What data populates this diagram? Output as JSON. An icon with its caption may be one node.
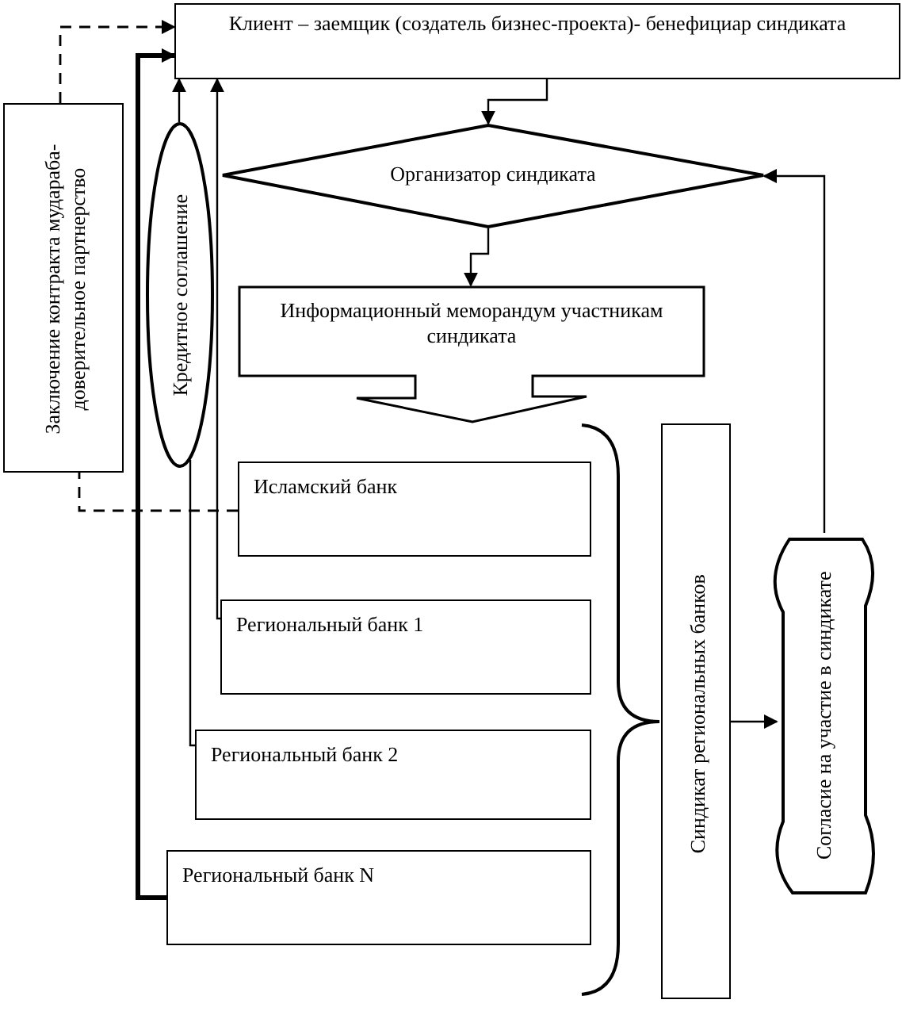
{
  "diagram": {
    "nodes": [
      {
        "text": [
          "Клиент – заемщик (создатель бизнес-проекта)- бенефициар синдиката"
        ]
      },
      {
        "text": [
          "Организатор синдиката"
        ]
      },
      {
        "text": [
          "Информационный меморандум участникам синдиката"
        ]
      },
      {
        "text": [
          "Заключение контракта мудараба-доверительное партнерство"
        ]
      },
      {
        "text": [
          "Кредитное  соглашение"
        ]
      },
      {
        "text": [
          "Исламский банк"
        ]
      },
      {
        "text": [
          "Региональный банк 1"
        ]
      },
      {
        "text": [
          "Региональный банк 2"
        ]
      },
      {
        "text": [
          "Региональный банк N"
        ]
      },
      {
        "text": [
          "Синдикат региональных банков"
        ]
      },
      {
        "text": [
          "Согласие на участие в синдикате"
        ]
      }
    ],
    "edges": [
      {
        "from": 0,
        "to": 1,
        "arrow": "to"
      },
      {
        "from": 1,
        "to": 2,
        "arrow": "to"
      },
      {
        "from": 3,
        "to": 0,
        "arrow": "to",
        "style": "dashed"
      },
      {
        "from": 5,
        "to": 3,
        "arrow": "none",
        "style": "dashed"
      },
      {
        "from": 8,
        "to": 0,
        "arrow": "to",
        "style": "thick"
      },
      {
        "from": 7,
        "to": 4,
        "arrow": "none"
      },
      {
        "from": 6,
        "to": 0,
        "arrow": "to"
      },
      {
        "from": 4,
        "to": 0,
        "arrow": "to"
      },
      {
        "from": 9,
        "to": 10,
        "arrow": "to"
      },
      {
        "from": 10,
        "to": 1,
        "arrow": "to"
      }
    ]
  }
}
